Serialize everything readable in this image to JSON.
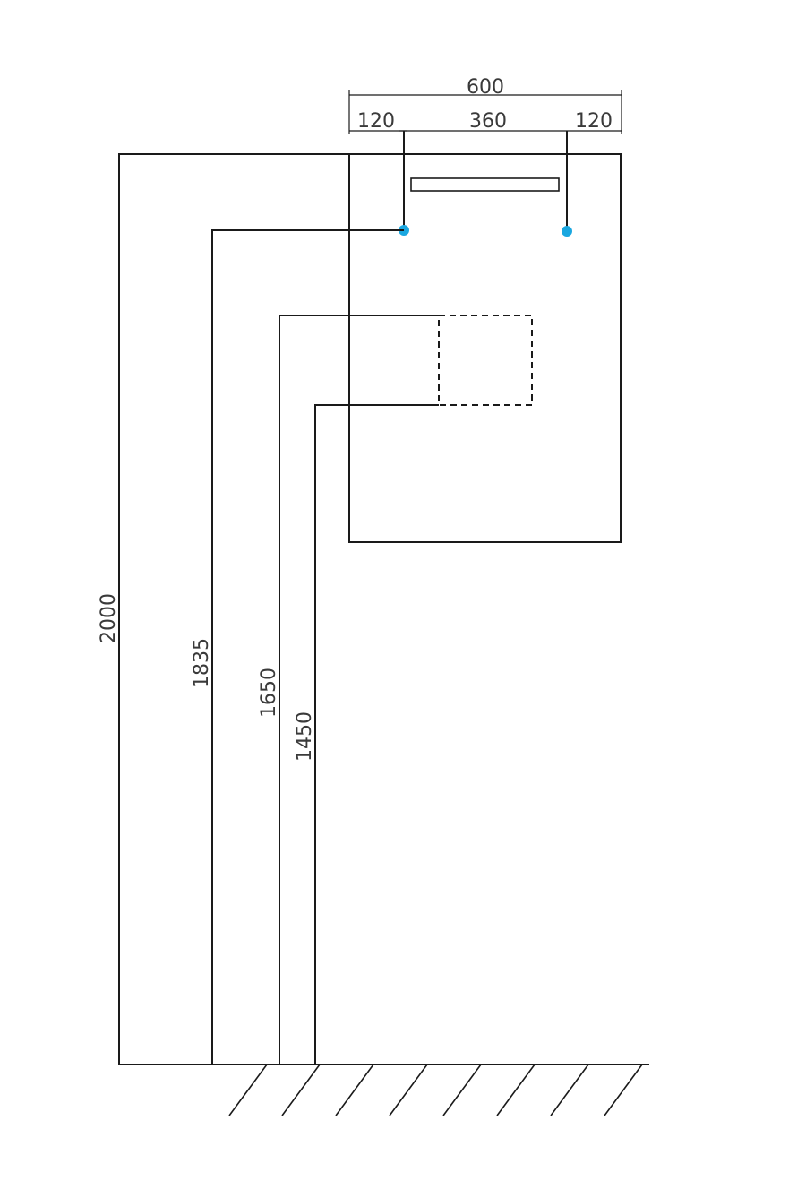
{
  "dimensions": {
    "width_total": "600",
    "left_offset": "120",
    "center_spacing": "360",
    "right_offset": "120",
    "height_total": "2000",
    "height_mounts": "1835",
    "height_box_top": "1650",
    "height_box_bottom": "1450"
  },
  "lamp_label": "",
  "colors": {
    "mount_point": "#1aa7e0",
    "line": "#1a1a1a",
    "text": "#3a3a3a"
  }
}
